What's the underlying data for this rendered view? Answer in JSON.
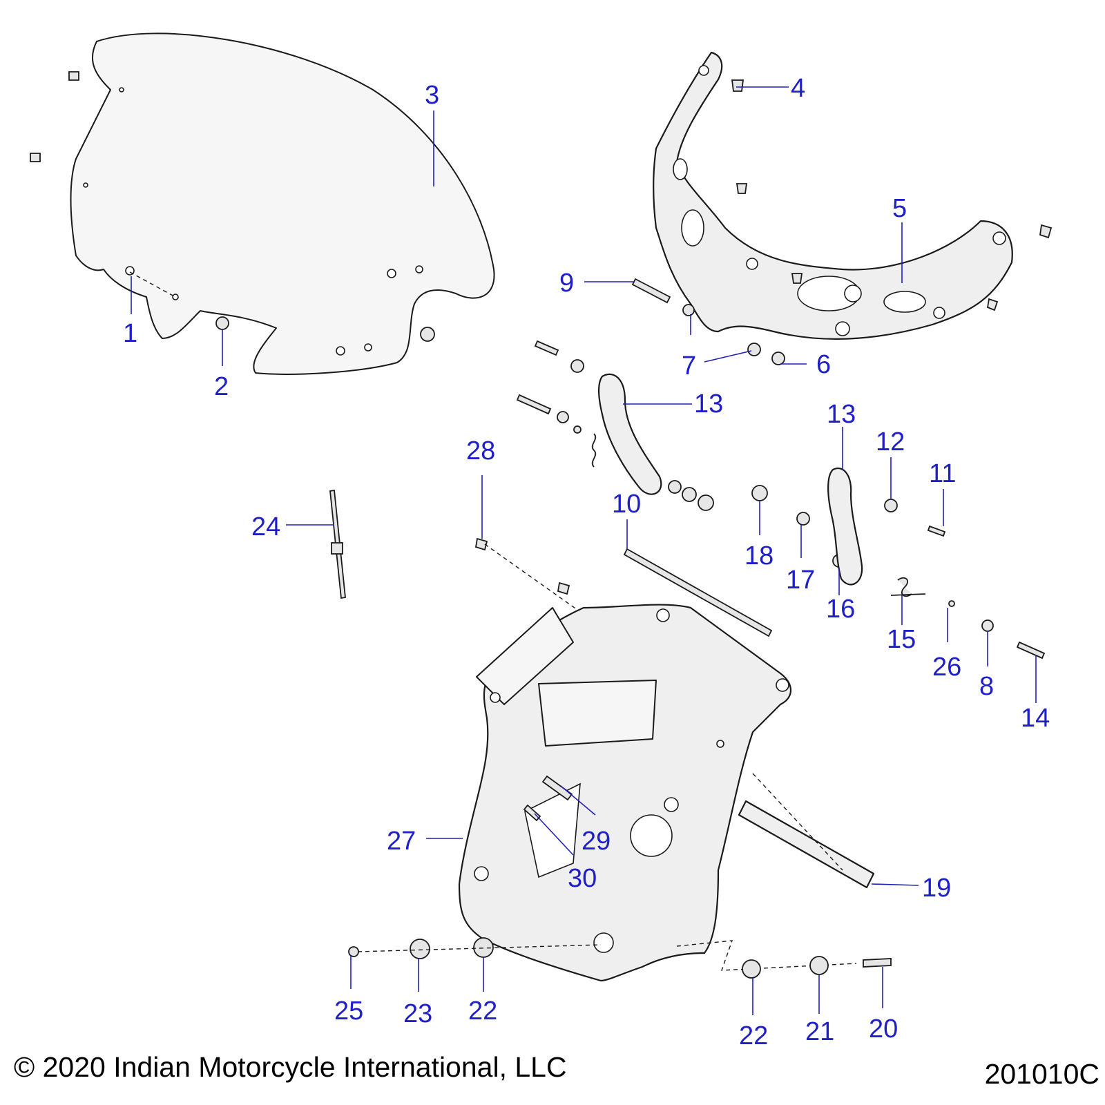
{
  "diagram": {
    "copyright": "© 2020 Indian Motorcycle International, LLC",
    "diagram_id": "201010C",
    "callouts": [
      "1",
      "2",
      "3",
      "4",
      "5",
      "6",
      "7",
      "8",
      "9",
      "10",
      "11",
      "12",
      "13",
      "13",
      "14",
      "15",
      "16",
      "17",
      "18",
      "19",
      "20",
      "21",
      "22",
      "22",
      "23",
      "24",
      "25",
      "26",
      "27",
      "28",
      "29",
      "30"
    ],
    "label_color": "#1f1fc8",
    "line_color": "#1a1a1a"
  }
}
